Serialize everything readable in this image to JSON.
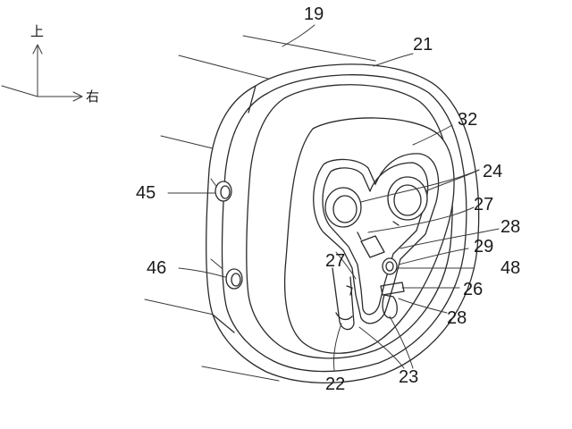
{
  "axes": {
    "up": "上",
    "right": "右"
  },
  "labels": {
    "l19": "19",
    "l21": "21",
    "l32": "32",
    "l24": "24",
    "l27a": "27",
    "l28a": "28",
    "l29": "29",
    "l48": "48",
    "l26": "26",
    "l28b": "28",
    "l27b": "27",
    "l45": "45",
    "l46": "46",
    "l22": "22",
    "l23": "23"
  },
  "colors": {
    "line": "#2a2a2a",
    "background": "#ffffff"
  }
}
